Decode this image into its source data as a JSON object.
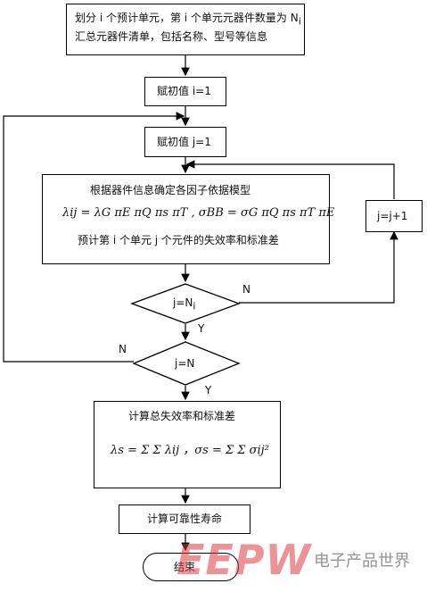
{
  "steps": {
    "divide": {
      "line1": "划分 i 个预计单元，第 i 个单元元器件数量为 N",
      "line1_sub": "i",
      "line2": "汇总元器件清单，包括名称、型号等信息"
    },
    "init_i": "赋初值 i=1",
    "init_j": "赋初值 j=1",
    "model": {
      "title": "根据器件信息确定各因子依据模型",
      "formula": "λij = λG πE πQ πs πT , σBB = σG πQ πs πT πE",
      "line3": "预计第 i 个单元 j 个元件的失效率和标准差"
    },
    "incr_j": "j=j+1",
    "cond_j": "j=N",
    "cond_j_sub": "i",
    "cond_i": "j=N",
    "compute_total": {
      "title": "计算总失效率和标准差",
      "formula": "λs = Σ Σ λij ，σs = Σ Σ σij²"
    },
    "compute_life": "计算可靠性寿命",
    "end": "结束"
  },
  "labels": {
    "yes": "Y",
    "no": "N"
  },
  "watermark": {
    "brand": "EEPW",
    "cn": "电子产品世界"
  },
  "colors": {
    "line": "#000000",
    "watermark_red": "#e03a3e",
    "watermark_gray": "#9a9a9a"
  }
}
